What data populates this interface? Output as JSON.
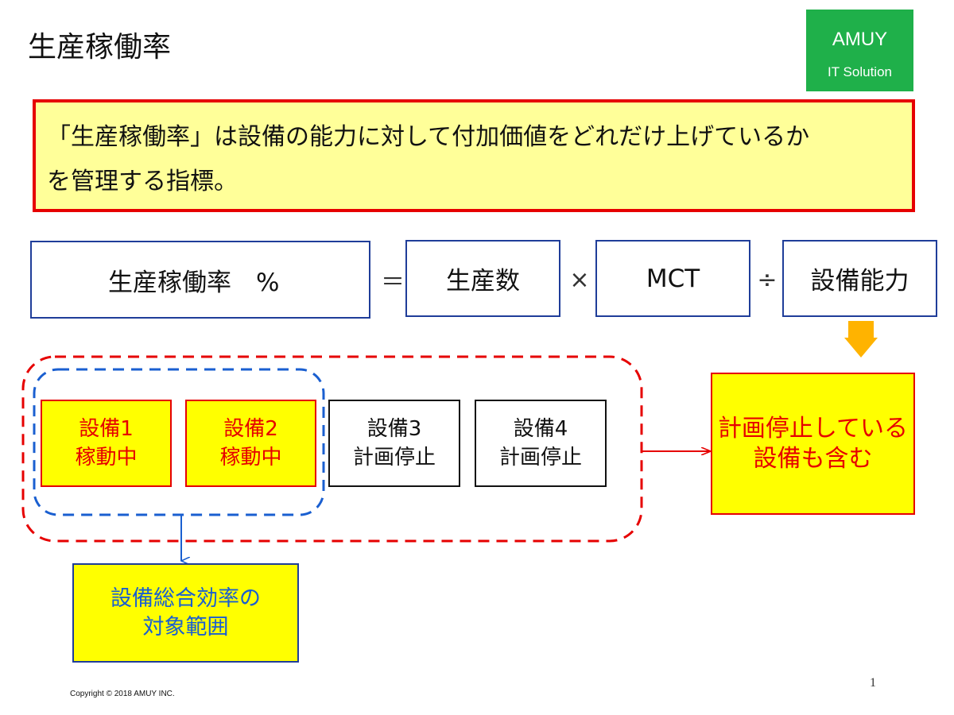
{
  "slide": {
    "title": "生産稼働率",
    "page_number": "1",
    "copyright": "Copyright © 2018 AMUY INC."
  },
  "logo": {
    "name": "AMUY",
    "subtitle": "IT Solution"
  },
  "definition": {
    "line1": "「生産稼働率」は設備の能力に対して付加価値をどれだけ上げているか",
    "line2": "を管理する指標。"
  },
  "formula": {
    "result": "生産稼働率　%",
    "equals": "＝",
    "term1": "生産数",
    "times": "×",
    "term2": "MCT",
    "divide": "÷",
    "term3": "設備能力"
  },
  "equipment": [
    {
      "name": "設備1",
      "status": "稼動中",
      "state": "running"
    },
    {
      "name": "設備2",
      "status": "稼動中",
      "state": "running"
    },
    {
      "name": "設備3",
      "status": "計画停止",
      "state": "stopped"
    },
    {
      "name": "設備4",
      "status": "計画停止",
      "state": "stopped"
    }
  ],
  "notes": {
    "capacity_line1": "計画停止している",
    "capacity_line2": "設備も含む",
    "oee_line1": "設備総合効率の",
    "oee_line2": "対象範囲"
  },
  "colors": {
    "logo_green": "#1fb04a",
    "highlight_red": "#e60000",
    "highlight_blue": "#1a5fd0",
    "note_yellow": "#ffff00",
    "definition_yellow": "#ffff99",
    "arrow_orange": "#ffb300"
  }
}
